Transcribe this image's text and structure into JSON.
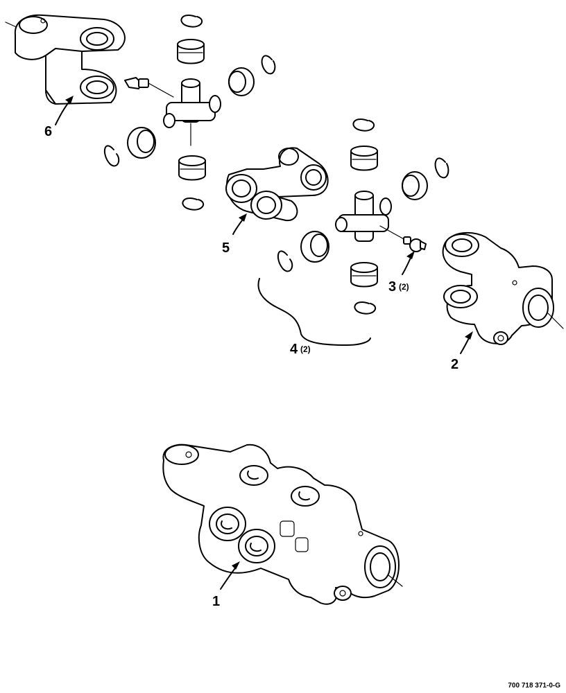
{
  "callouts": {
    "c1": "1",
    "c2": "2",
    "c3": "3",
    "c3_qty": "(2)",
    "c4": "4",
    "c4_qty": "(2)",
    "c5": "5",
    "c6": "6"
  },
  "figure_ref": "700 718 371-0-G"
}
